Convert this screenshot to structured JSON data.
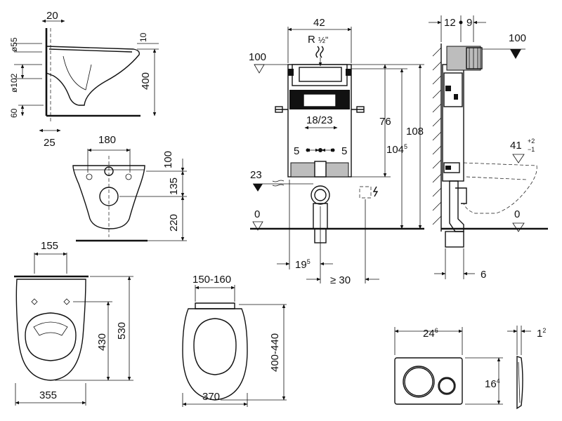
{
  "side_view": {
    "d_top": "20",
    "d_dia55": "ø55",
    "d_10": "10",
    "d_dia102": "ø102",
    "d_400": "400",
    "d_60": "60",
    "d_25": "25"
  },
  "top_view": {
    "d_180": "180",
    "d_100": "100",
    "d_135": "135",
    "d_220": "220"
  },
  "bowl_front": {
    "d_155": "155",
    "d_430": "430",
    "d_530": "530",
    "d_355": "355"
  },
  "seat_view": {
    "d_150_160": "150-160",
    "d_400_440": "400-440",
    "d_370": "370"
  },
  "frame_front": {
    "d_42": "42",
    "d_r": "R",
    "d_r_frac": "½\"",
    "d_100": "100",
    "d_76": "76",
    "d_108": "108",
    "d_18_23": "18/23",
    "d_104": "104",
    "d_104_sup": "5",
    "d_5_left": "5",
    "d_5_right": "5",
    "d_23": "23",
    "d_0": "0",
    "d_19": "19",
    "d_19_sup": "5",
    "d_ge30": "≥ 30"
  },
  "frame_side": {
    "d_12": "12",
    "d_9": "9",
    "d_100": "100",
    "d_41": "41",
    "d_41_plus": "+2",
    "d_41_minus": "−1",
    "d_0": "0",
    "d_6": "6"
  },
  "flush_plate": {
    "d_24": "24",
    "d_24_sup": "6",
    "d_1": "1",
    "d_1_sup": "2",
    "d_16": "16",
    "d_16_sup": "4"
  }
}
